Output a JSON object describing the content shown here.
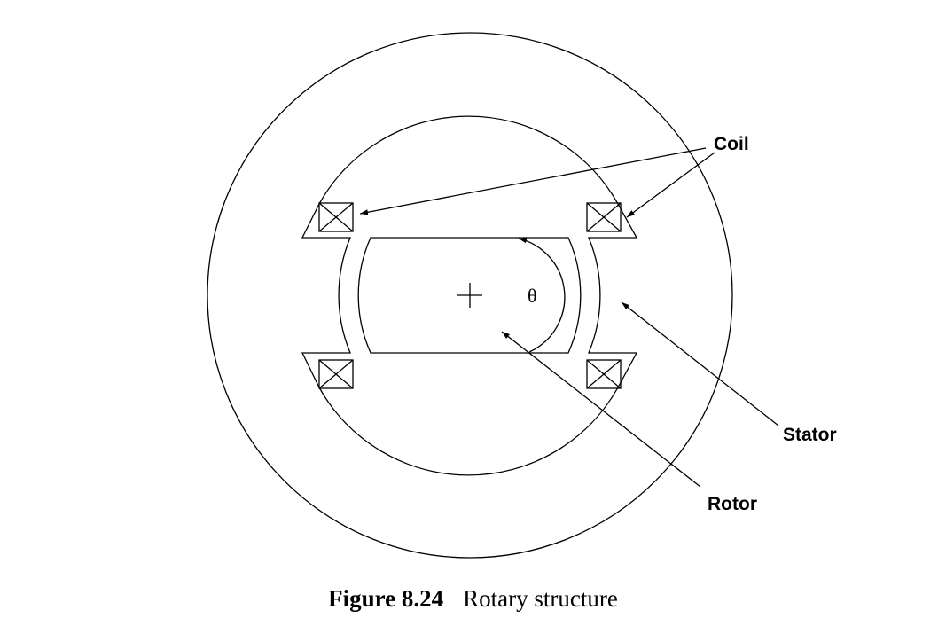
{
  "labels": {
    "coil": "Coil",
    "stator": "Stator",
    "rotor": "Rotor",
    "angle": "θ"
  },
  "caption": {
    "number": "Figure 8.24",
    "title": "Rotary structure"
  }
}
